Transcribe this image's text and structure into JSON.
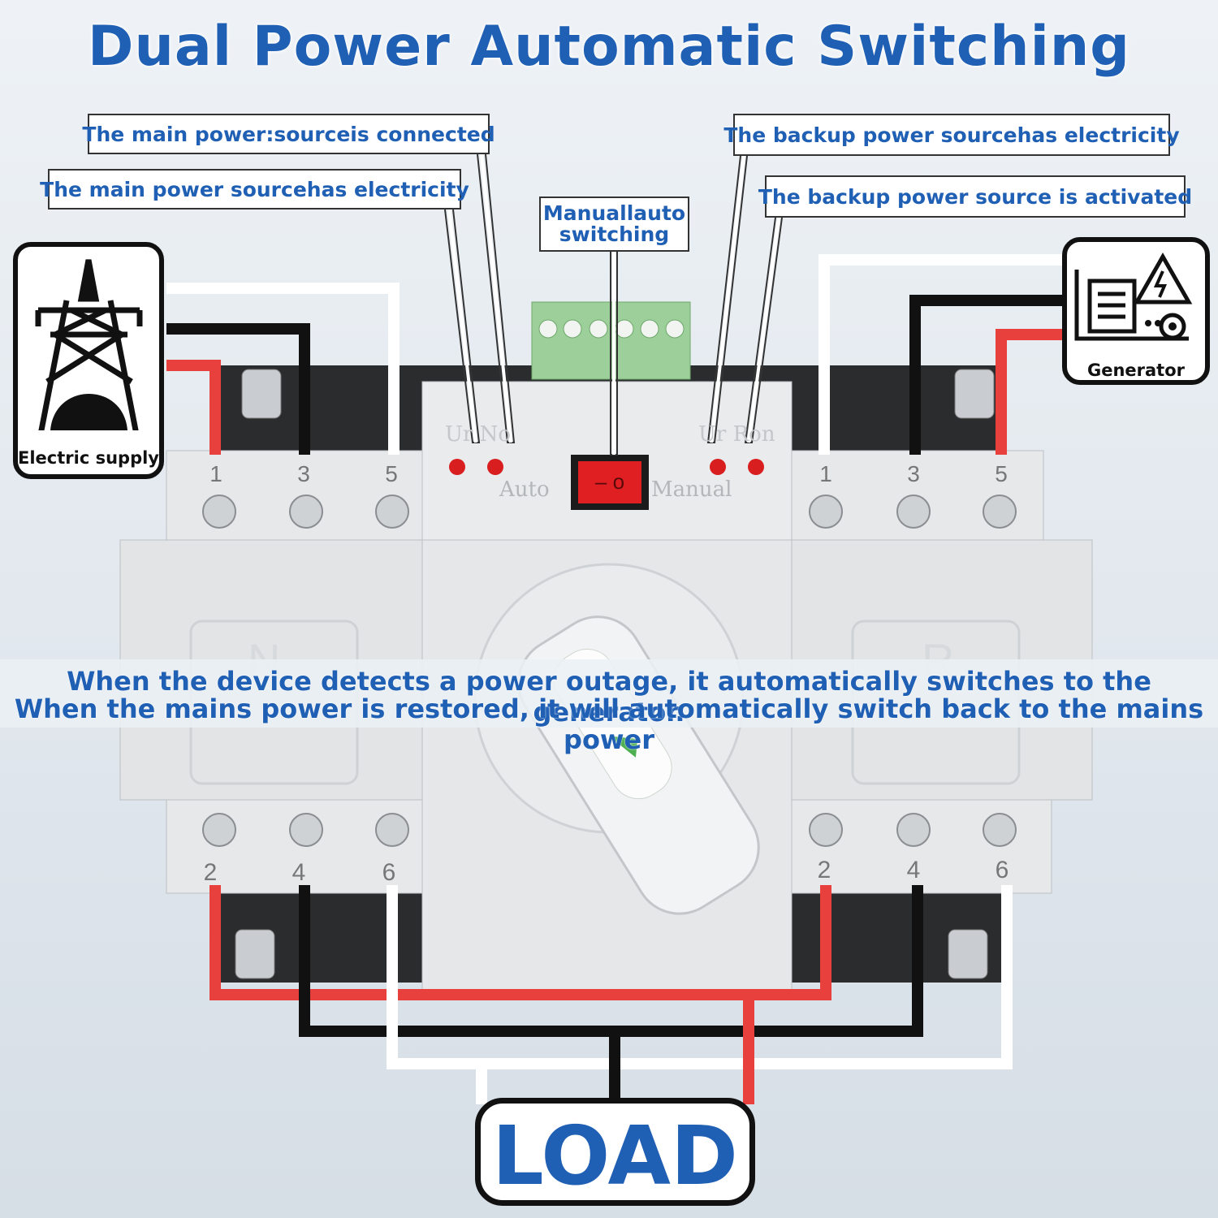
{
  "title": "Dual Power Automatic Switching",
  "callouts": {
    "main_connected": "The main power:sourceis connected",
    "main_electricity": "The main power sourcehas electricity",
    "manual_auto_line1": "Manuallauto",
    "manual_auto_line2": "switching",
    "backup_electricity": "The backup power sourcehas electricity",
    "backup_activated": "The backup power source is activated"
  },
  "sources": {
    "left_label": "Electric supply",
    "right_label": "Generator",
    "left_icon": "transmission-tower-icon",
    "right_icon": "generator-icon"
  },
  "device": {
    "top_terminals_left": [
      "1",
      "3",
      "5"
    ],
    "top_terminals_right": [
      "1",
      "3",
      "5"
    ],
    "bottom_terminals_left": [
      "2",
      "4",
      "6"
    ],
    "bottom_terminals_right": [
      "2",
      "4",
      "6"
    ],
    "indicator_left": "Ur No",
    "indicator_right": "Ur Ron",
    "mode_auto": "Auto",
    "mode_manual": "Manual",
    "switch_glyph": "– o",
    "side_left_letter": "N",
    "side_right_letter": "R"
  },
  "banner": {
    "line1": "When the device detects a power outage, it automatically switches to the generator.",
    "line2": "When the mains power is restored, it will automatically switch back to the mains power"
  },
  "load_label": "LOAD",
  "colors": {
    "accent_blue": "#1f5fb4",
    "wire_red": "#e8403c",
    "wire_black": "#111111",
    "wire_white": "#ffffff",
    "indicator_led": "#d81e1e"
  }
}
